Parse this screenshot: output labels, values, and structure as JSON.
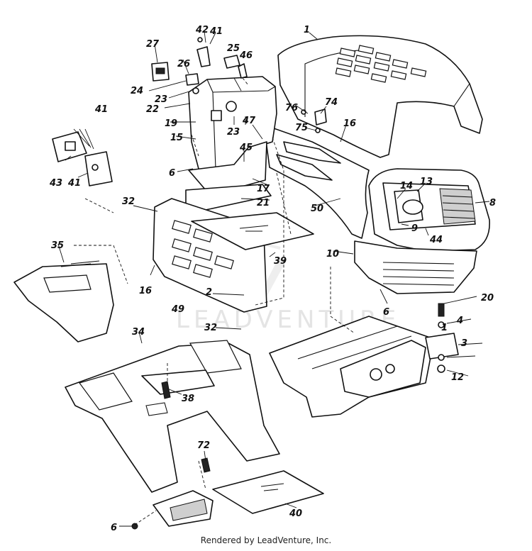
{
  "diagram": {
    "callouts": [
      "1",
      "2",
      "3",
      "4",
      "6",
      "8",
      "9",
      "10",
      "12",
      "13",
      "14",
      "15",
      "16",
      "17",
      "19",
      "20",
      "21",
      "22",
      "23",
      "24",
      "25",
      "26",
      "27",
      "32",
      "34",
      "35",
      "38",
      "39",
      "40",
      "41",
      "42",
      "43",
      "44",
      "45",
      "46",
      "47",
      "49",
      "50",
      "72",
      "74",
      "75",
      "76"
    ]
  },
  "watermark": {
    "text": "LEADVENTURE"
  },
  "footer": {
    "credit": "Rendered by LeadVenture, Inc."
  }
}
